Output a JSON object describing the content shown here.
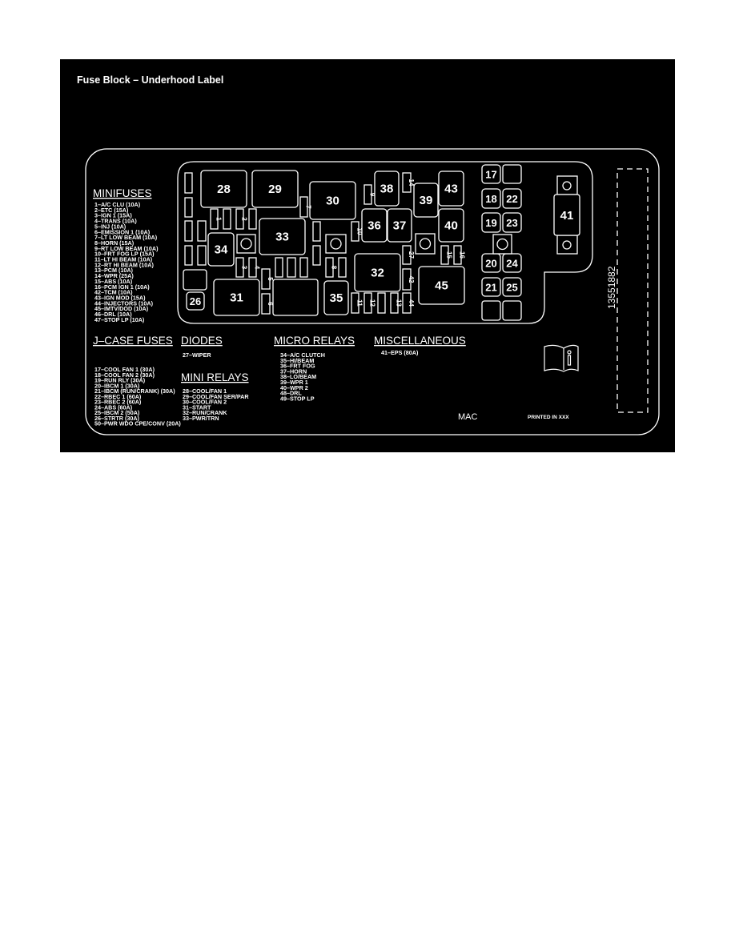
{
  "title": "Fuse Block – Underhood Label",
  "part_number": "13551882",
  "mac": "MAC",
  "printed": "PRINTED IN XXX",
  "icons": {
    "manual": "book-info-icon"
  },
  "sections": {
    "minifuses": {
      "heading": "MINIFUSES",
      "items": [
        "1–A/C CLU (10A)",
        "2–ETC (15A)",
        "3–IGN 1 (15A)",
        "4–TRANS (10A)",
        "5–INJ (10A)",
        "6–EMISSION 1 (10A)",
        "7–LT LOW BEAM (10A)",
        "8–HORN (15A)",
        "9–RT LOW BEAM (10A)",
        "10–FRT FOG LP (15A)",
        "11–LT HI BEAM (10A)",
        "12–RT HI BEAM (10A)",
        "13–PCM (10A)",
        "14–WPR (25A)",
        "15–ABS (10A)",
        "16–PCM IGN 1 (10A)",
        "42–TCM (10A)",
        "43–IGN MOD (15A)",
        "44–INJECTORS (10A)",
        "45–IMTV/DOD (10A)",
        "46–DRL (10A)",
        "47–STOP LP (10A)"
      ]
    },
    "jcase": {
      "heading": "J–CASE FUSES",
      "items": [
        "17–COOL FAN 1 (30A)",
        "18–COOL FAN 2 (30A)",
        "19–RUN RLY (30A)",
        "20–IBCM 1 (30A)",
        "21–IBCM (RUN/CRANK) (30A)",
        "22–RBEC 1 (60A)",
        "23–RBEC 2 (60A)",
        "24–ABS (60A)",
        "25–IBCM 2 (50A)",
        "26–STRTR (30A)",
        "50–PWR WDO CPE/CONV (20A)"
      ]
    },
    "diodes": {
      "heading": "DIODES",
      "items": [
        "27–WIPER"
      ]
    },
    "mini_relays": {
      "heading": "MINI RELAYS",
      "items": [
        "28–COOL/FAN 1",
        "29–COOL/FAN SER/PAR",
        "30–COOL/FAN 2",
        "31–START",
        "32–RUN/CRANK",
        "33–PWR/TRN"
      ]
    },
    "micro_relays": {
      "heading": "MICRO RELAYS",
      "items": [
        "34–A/C CLUTCH",
        "35–HI/BEAM",
        "36–FRT FOG",
        "37–HORN",
        "38–LO/BEAM",
        "39–WPR 1",
        "40–WPR 2",
        "48–DRL",
        "49–STOP LP"
      ]
    },
    "misc": {
      "heading": "MISCELLANEOUS",
      "items": [
        "41–EPS (80A)"
      ]
    }
  },
  "block": {
    "large_labels": [
      "28",
      "29",
      "30",
      "31",
      "32",
      "33",
      "34",
      "35",
      "36",
      "37",
      "38",
      "39",
      "40",
      "43",
      "45",
      "26",
      "17",
      "18",
      "22",
      "19",
      "23",
      "20",
      "24",
      "21",
      "25",
      "41"
    ],
    "small_labels": [
      "1",
      "2",
      "3",
      "4",
      "5",
      "6",
      "7",
      "8",
      "9",
      "10",
      "11",
      "12",
      "13",
      "14",
      "27",
      "42",
      "44",
      "15",
      "16"
    ]
  }
}
